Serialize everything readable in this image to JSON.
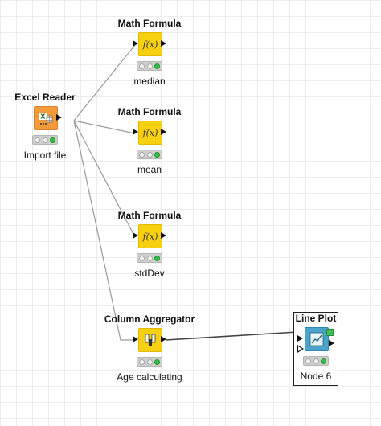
{
  "nodes": {
    "excel_reader": {
      "title": "Excel Reader",
      "label": "Import file",
      "icon": "excel-reader-icon",
      "color": "#f39a3a",
      "status": [
        "idle",
        "idle",
        "executed"
      ]
    },
    "math_median": {
      "title": "Math Formula",
      "label": "median",
      "icon": "math-formula-icon",
      "glyph": "f(x)",
      "color": "#f8d012",
      "status": [
        "idle",
        "idle",
        "executed"
      ]
    },
    "math_mean": {
      "title": "Math Formula",
      "label": "mean",
      "icon": "math-formula-icon",
      "glyph": "f(x)",
      "color": "#f8d012",
      "status": [
        "idle",
        "idle",
        "executed"
      ]
    },
    "math_stddev": {
      "title": "Math Formula",
      "label": "stdDev",
      "icon": "math-formula-icon",
      "glyph": "f(x)",
      "color": "#f8d012",
      "status": [
        "idle",
        "idle",
        "executed"
      ]
    },
    "column_aggregator": {
      "title": "Column Aggregator",
      "label": "Age calculating",
      "icon": "column-aggregator-icon",
      "color": "#f8d012",
      "status": [
        "idle",
        "idle",
        "executed"
      ]
    },
    "line_plot": {
      "title": "Line Plot",
      "label": "Node 6",
      "icon": "line-plot-icon",
      "color": "#4ba3c9",
      "status": [
        "idle",
        "idle",
        "executed"
      ]
    }
  },
  "connections": [
    {
      "from": "excel_reader",
      "to": "math_median"
    },
    {
      "from": "excel_reader",
      "to": "math_mean"
    },
    {
      "from": "excel_reader",
      "to": "math_stddev"
    },
    {
      "from": "excel_reader",
      "to": "column_aggregator"
    },
    {
      "from": "column_aggregator",
      "to": "line_plot"
    }
  ],
  "colors": {
    "grid": "#ececec",
    "connection": "#9a9a9a",
    "status_green": "#34c042"
  }
}
